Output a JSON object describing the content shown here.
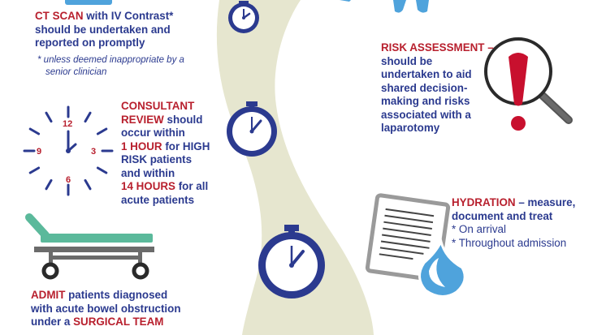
{
  "ct_scan": {
    "heading": "CT SCAN",
    "heading_rest": " with IV Contrast*",
    "body_lines": [
      "should be undertaken and",
      "reported on promptly"
    ],
    "note_lines": [
      "* unless deemed inappropriate by a",
      "senior clinician"
    ]
  },
  "risk_assessment": {
    "heading": "RISK ASSESSMENT –",
    "body_lines": [
      "should be",
      "undertaken to aid",
      "shared decision-",
      "making and risks",
      "associated with a",
      "laparotomy"
    ]
  },
  "consultant_review": {
    "heading_line1": "CONSULTANT",
    "heading_line2": "REVIEW",
    "line2_rest": " should",
    "line3": "occur within",
    "line4_red": "1 HOUR",
    "line4_rest": " for HIGH",
    "line5": "RISK patients",
    "line6": "and within",
    "line7_red": "14 HOURS",
    "line7_rest": " for all",
    "line8": "acute patients"
  },
  "clock_numbers": {
    "n12": "12",
    "n3": "3",
    "n6": "6",
    "n9": "9"
  },
  "hydration": {
    "heading": "HYDRATION",
    "heading_rest": " – measure,",
    "line2": "document and treat",
    "bullets": [
      "* On arrival",
      "* Throughout admission"
    ]
  },
  "admit": {
    "word": "ADMIT",
    "rest1": " patients diagnosed",
    "line2": "with acute bowel obstruction",
    "line3_pre": "under a ",
    "line3_red": "SURGICAL TEAM"
  },
  "colors": {
    "navy": "#2b3a8f",
    "red": "#b8202e",
    "path": "#e6e6cf",
    "teal": "#5bb99b",
    "light_blue": "#4fa3dc",
    "gray": "#9a9a9a"
  }
}
